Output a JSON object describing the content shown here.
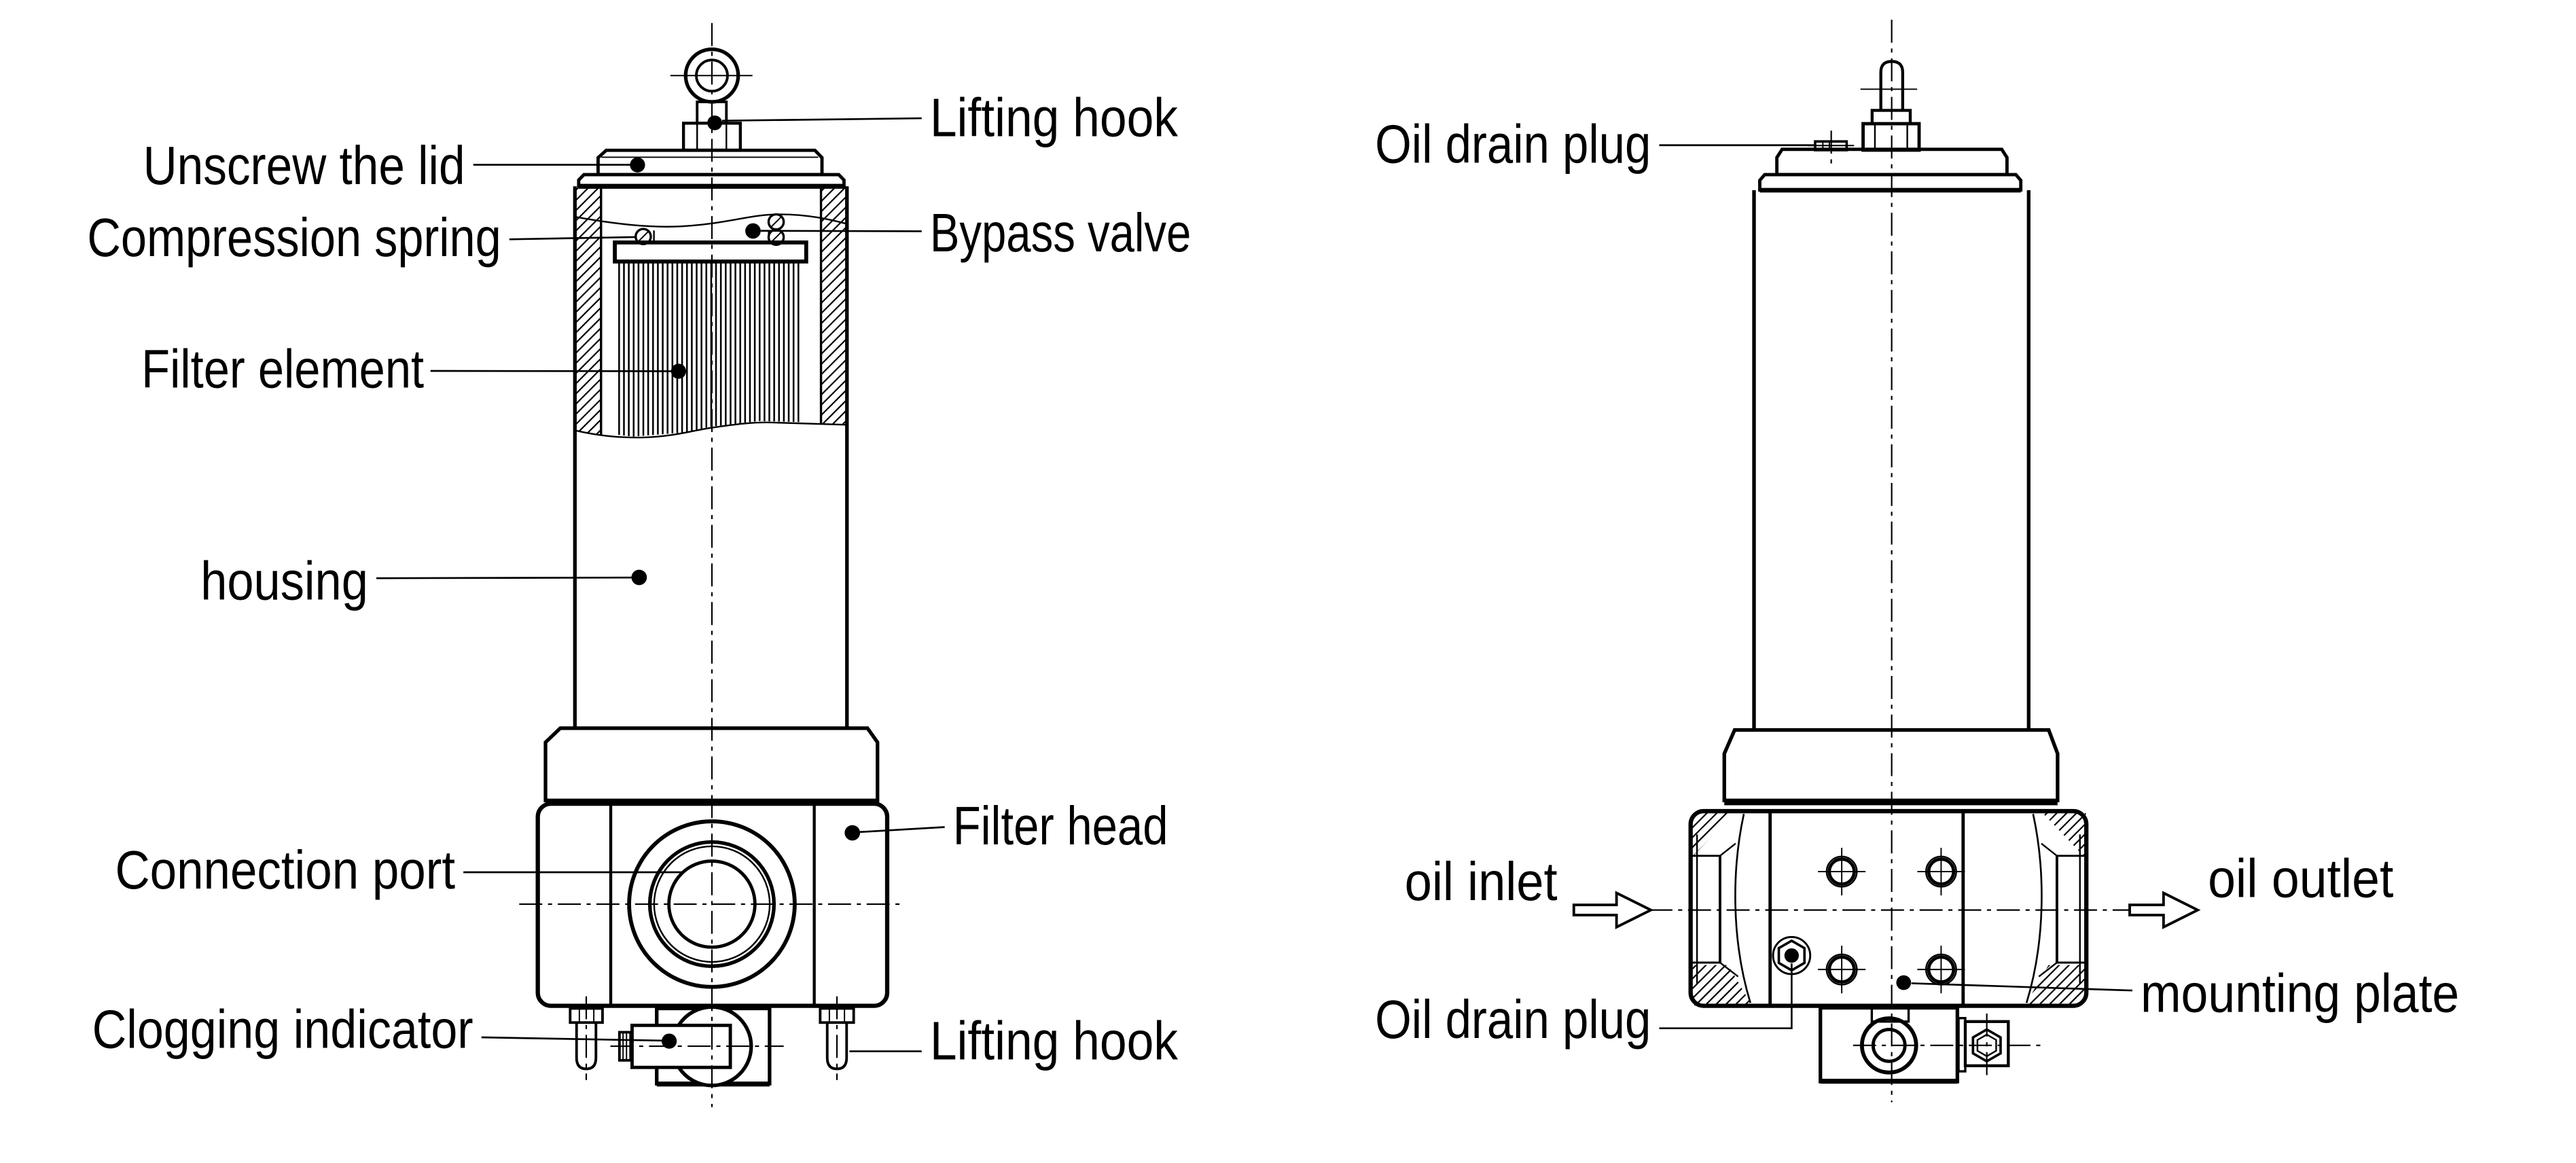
{
  "colors": {
    "line": "#000000",
    "background": "#ffffff"
  },
  "section_view": {
    "labels": {
      "lifting_hook_top": "Lifting hook",
      "unscrew_lid": "Unscrew the lid",
      "compression_spring": "Compression spring",
      "bypass_valve": "Bypass valve",
      "filter_element": "Filter element",
      "housing": "housing",
      "connection_port": "Connection port",
      "filter_head": "Filter head",
      "clogging_indicator": "Clogging indicator",
      "lifting_hook_bottom": "Lifting hook"
    }
  },
  "external_view": {
    "labels": {
      "oil_drain_plug_top": "Oil drain plug",
      "oil_inlet": "oil inlet",
      "oil_outlet": "oil outlet",
      "oil_drain_plug_bottom": "Oil drain plug",
      "mounting_plate": "mounting plate"
    }
  }
}
